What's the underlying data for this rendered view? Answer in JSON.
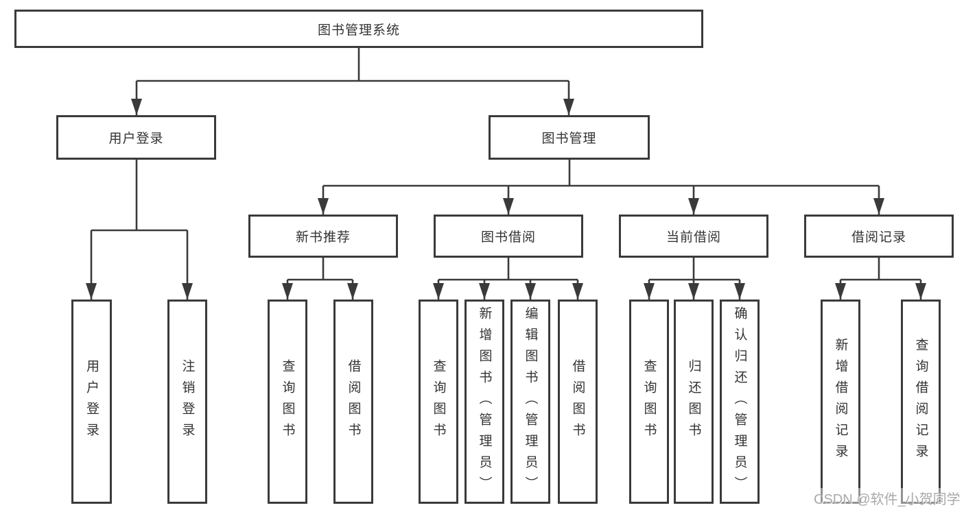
{
  "tree": {
    "root": {
      "label": "图书管理系统"
    },
    "branches": [
      {
        "label": "用户登录",
        "children": [
          {
            "label": "用户登录"
          },
          {
            "label": "注销登录"
          }
        ]
      },
      {
        "label": "图书管理",
        "children": [
          {
            "label": "新书推荐",
            "children": [
              {
                "label": "查询图书"
              },
              {
                "label": "借阅图书"
              }
            ]
          },
          {
            "label": "图书借阅",
            "children": [
              {
                "label": "查询图书"
              },
              {
                "label": "新增图书（管理员）"
              },
              {
                "label": "编辑图书（管理员）"
              },
              {
                "label": "借阅图书"
              }
            ]
          },
          {
            "label": "当前借阅",
            "children": [
              {
                "label": "查询图书"
              },
              {
                "label": "归还图书"
              },
              {
                "label": "确认归还（管理员）"
              }
            ]
          },
          {
            "label": "借阅记录",
            "children": [
              {
                "label": "新增借阅记录"
              },
              {
                "label": "查询借阅记录"
              }
            ]
          }
        ]
      }
    ]
  },
  "watermark": {
    "text": "CSDN @软件_小贺同学"
  },
  "colors": {
    "line": "#3a3a3a",
    "border": "#3a3a3a",
    "text": "#333333",
    "background": "#ffffff",
    "watermark": "#a9a9a9"
  }
}
